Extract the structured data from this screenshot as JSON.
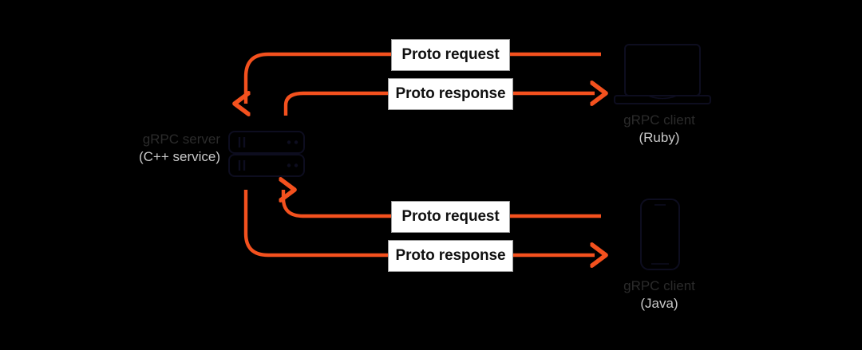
{
  "diagram": {
    "title": "gRPC service and clients communication diagram",
    "background_color": "#000000",
    "accent_color": "#f4511e",
    "box_fill": "#ffffff",
    "box_border": "#9a9a9a",
    "node_title_color": "#2b2b2b",
    "node_sub_color": "#c9c9c9",
    "device_stroke": "#0d0d1f"
  },
  "nodes": {
    "server": {
      "icon": "server-rack-icon",
      "title": "gRPC server",
      "subtitle": "(C++ service)"
    },
    "client_ruby": {
      "icon": "laptop-icon",
      "title": "gRPC client",
      "subtitle": "(Ruby)"
    },
    "client_java": {
      "icon": "mobile-phone-icon",
      "title": "gRPC client",
      "subtitle": "(Java)"
    }
  },
  "messages": {
    "request_top": "Proto request",
    "response_top": "Proto response",
    "request_bottom": "Proto request",
    "response_bottom": "Proto response"
  },
  "flows": [
    {
      "id": "ruby-request",
      "label": "Proto request",
      "from": "client_ruby",
      "to": "server",
      "direction": "right-to-left",
      "arrowhead": "down-into-server"
    },
    {
      "id": "ruby-response",
      "label": "Proto response",
      "from": "server",
      "to": "client_ruby",
      "direction": "left-to-right",
      "arrowhead": "right-into-client"
    },
    {
      "id": "java-request",
      "label": "Proto request",
      "from": "client_java",
      "to": "server",
      "direction": "right-to-left",
      "arrowhead": "up-into-server"
    },
    {
      "id": "java-response",
      "label": "Proto response",
      "from": "server",
      "to": "client_java",
      "direction": "left-to-right",
      "arrowhead": "right-into-client"
    }
  ]
}
